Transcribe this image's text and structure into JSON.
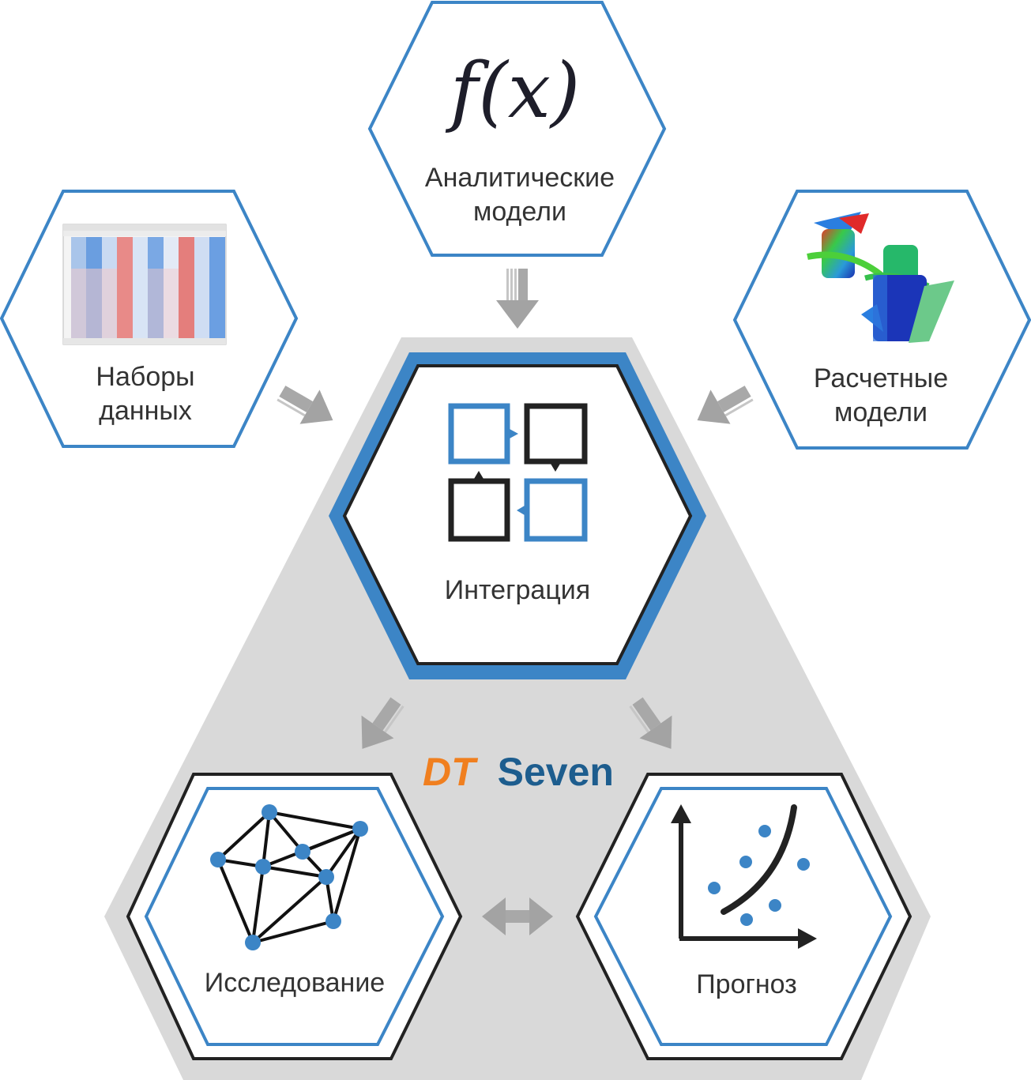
{
  "nodes": {
    "analytic": {
      "formula": "f(x)",
      "line1": "Аналитические",
      "line2": "модели"
    },
    "datasets": {
      "line1": "Наборы",
      "line2": "данных"
    },
    "simulation": {
      "line1": "Расчетные",
      "line2": "модели"
    },
    "integration": {
      "label": "Интеграция"
    },
    "research": {
      "label": "Исследование"
    },
    "forecast": {
      "label": "Прогноз"
    }
  },
  "brand": {
    "part1": "DT",
    "part2": "Seven",
    "color1": "#f07f1f",
    "color2": "#1d5d8e"
  },
  "colors": {
    "blue": "#3c85c6",
    "dark": "#222222",
    "gray_bg": "#d9d9d9",
    "arrow": "#a6a6a6"
  },
  "icons": [
    "spreadsheet-thumbnail",
    "simulation-3d-thumbnail",
    "integration-squares-icon",
    "network-graph-icon",
    "scatter-trend-icon"
  ]
}
